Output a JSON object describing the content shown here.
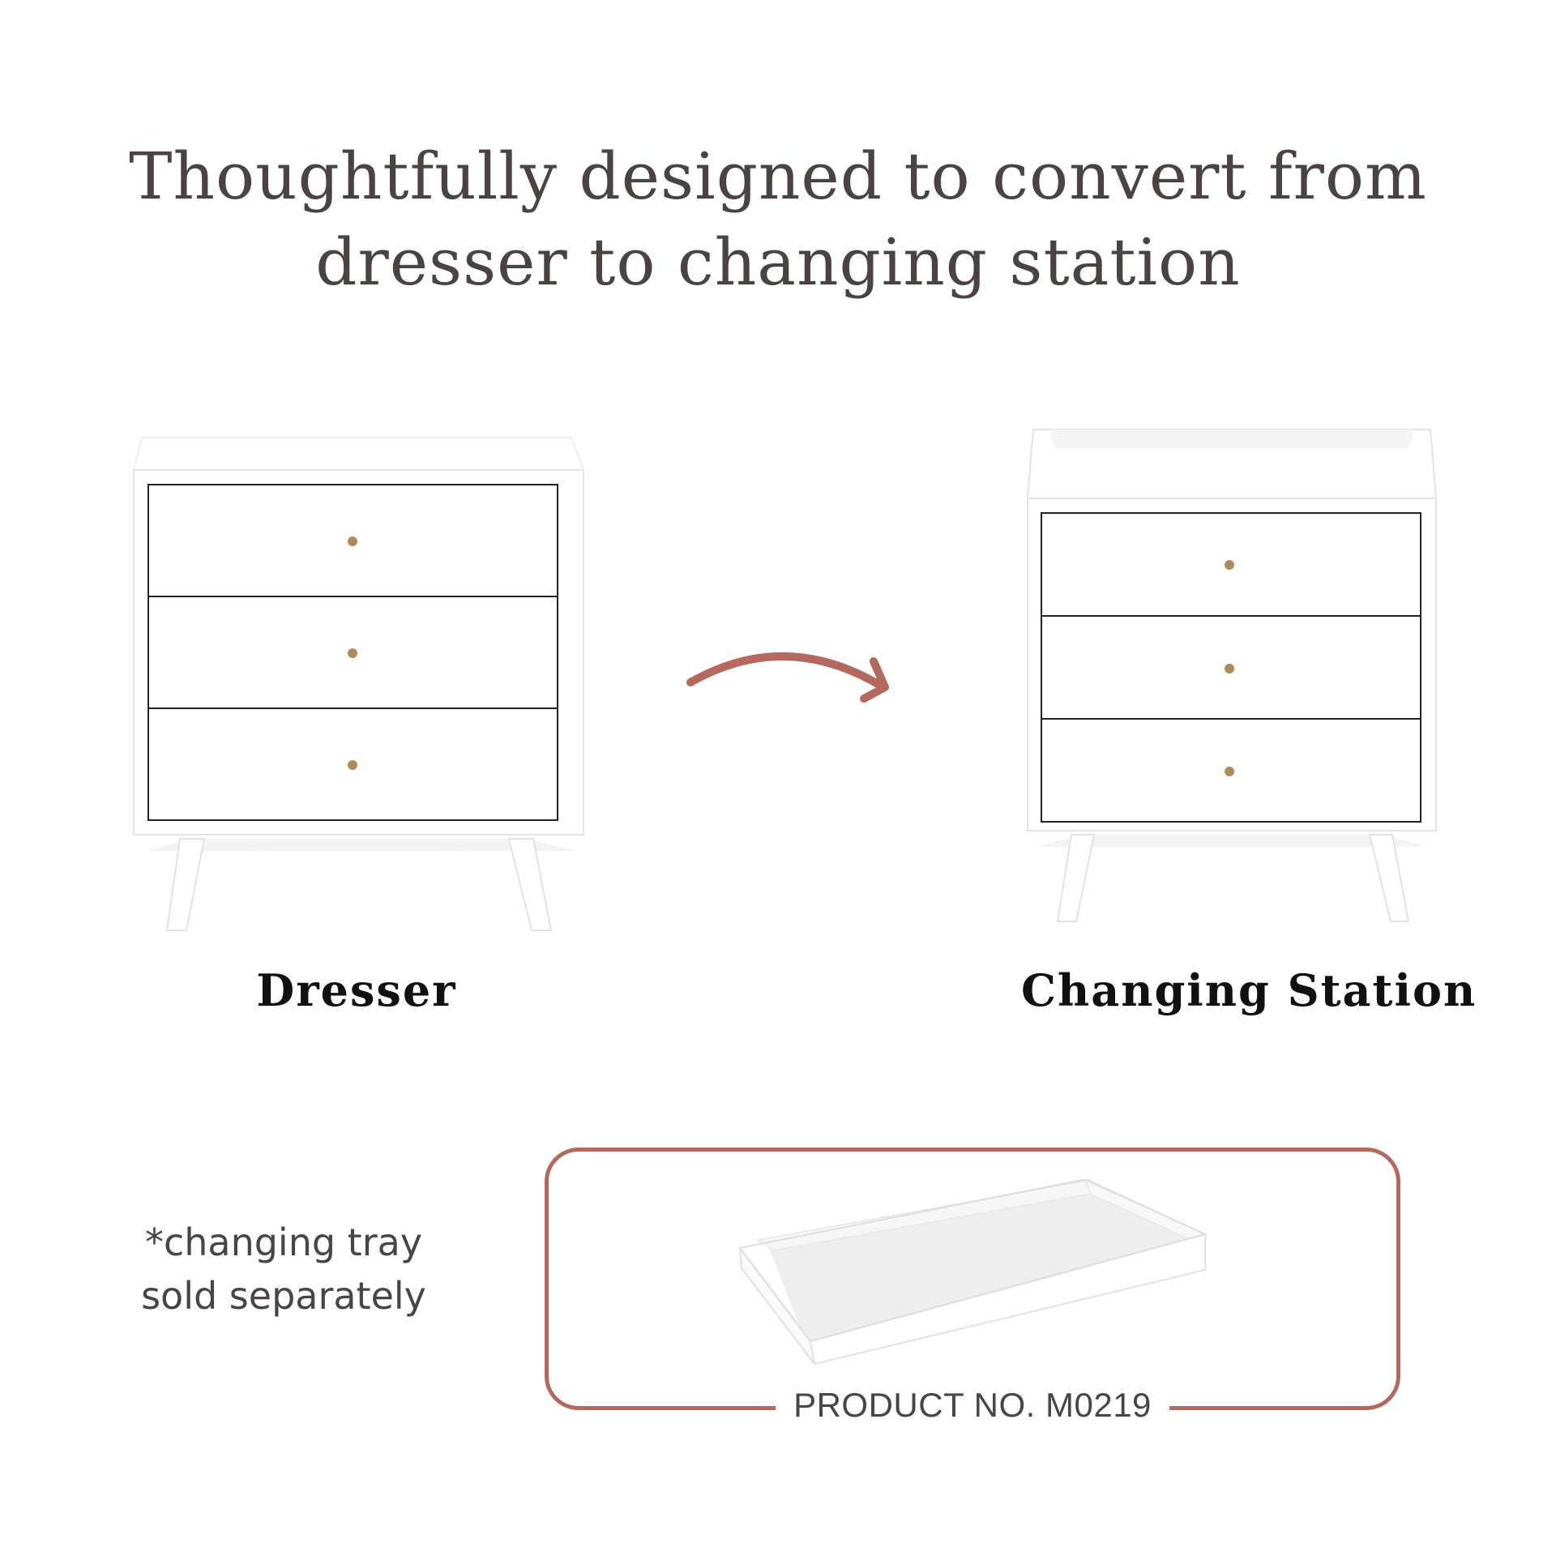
{
  "headline": {
    "line1": "Thoughtfully designed to convert from",
    "line2": "dresser to changing station"
  },
  "products": {
    "dresser_label": "Dresser",
    "station_label": "Changing Station"
  },
  "note": {
    "line1": "*changing tray",
    "line2": "sold separately"
  },
  "tray": {
    "product_number": "PRODUCT NO. M0219"
  },
  "colors": {
    "accent": "#b5685d",
    "headline_text": "#4b4342",
    "label_text": "#111111",
    "knob": "#b08a58",
    "furniture": "#ffffff"
  }
}
